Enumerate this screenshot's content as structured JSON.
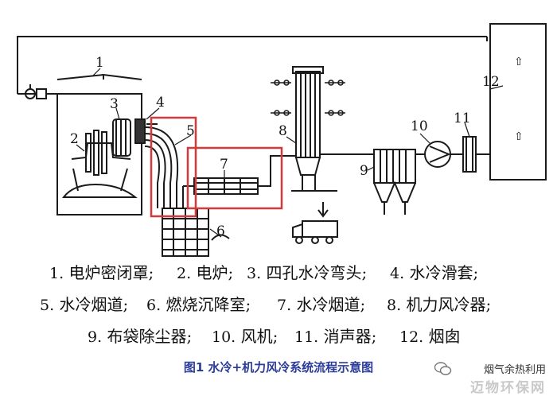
{
  "diagram": {
    "component_numbers": [
      "1",
      "2",
      "3",
      "4",
      "5",
      "6",
      "7",
      "8",
      "9",
      "10",
      "11",
      "12"
    ],
    "chimney_symbols": [
      "⇧",
      "⇧"
    ],
    "highlight_color": "#d33a3a",
    "line_color": "#1a1a1a"
  },
  "legend": {
    "rows": [
      [
        {
          "num": "1.",
          "text": "电炉密闭罩;"
        },
        {
          "num": "2.",
          "text": "电炉;"
        },
        {
          "num": "3.",
          "text": "四孔水冷弯头;"
        },
        {
          "num": "4.",
          "text": "水冷滑套;"
        }
      ],
      [
        {
          "num": "5.",
          "text": "水冷烟道;"
        },
        {
          "num": "6.",
          "text": "燃烧沉降室;"
        },
        {
          "num": "7.",
          "text": "水冷烟道;"
        },
        {
          "num": "8.",
          "text": "机力风冷器;"
        }
      ],
      [
        {
          "num": "9.",
          "text": "布袋除尘器;"
        },
        {
          "num": "10.",
          "text": "风机;"
        },
        {
          "num": "11.",
          "text": "消声器;"
        },
        {
          "num": "12.",
          "text": "烟囱"
        }
      ]
    ]
  },
  "caption": "图1 水冷+机力风冷系统流程示意图",
  "watermark": {
    "top": "烟气余热利用",
    "bottom": "迈物环保网"
  }
}
